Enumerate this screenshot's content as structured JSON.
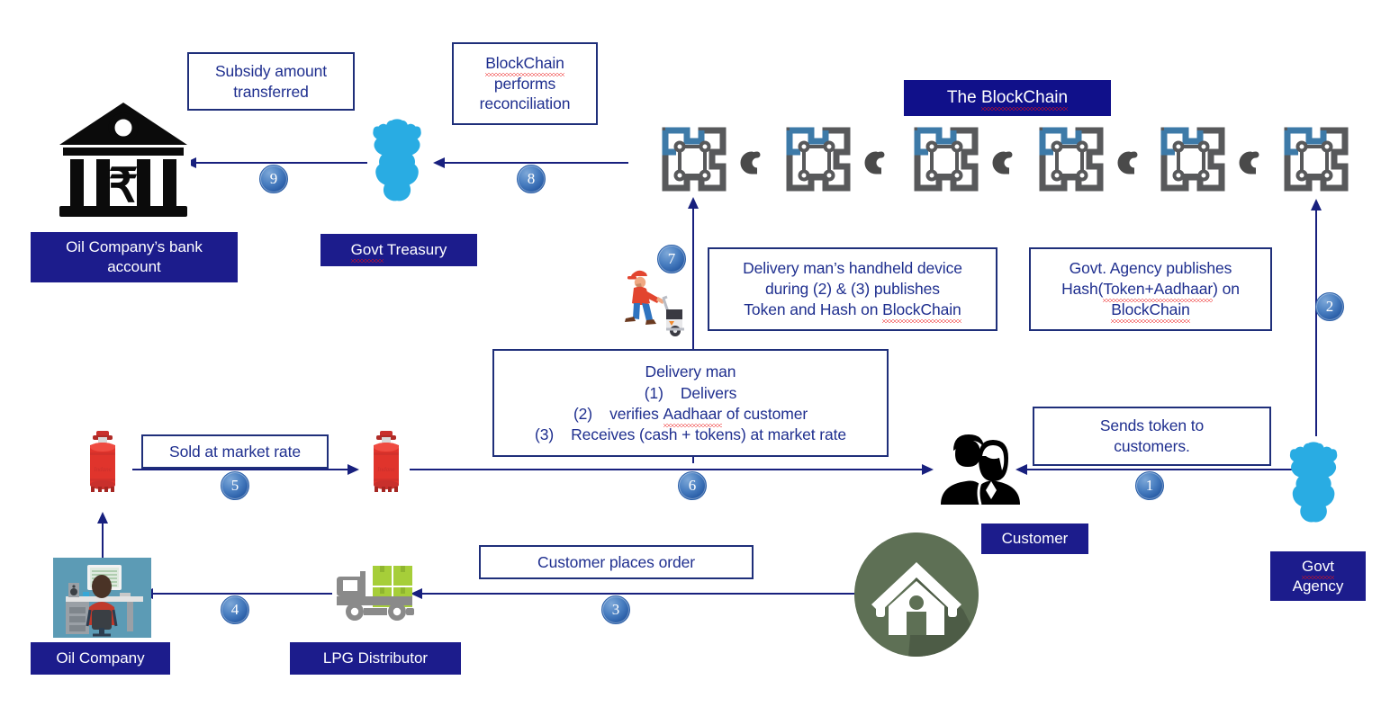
{
  "diagram": {
    "title": "LPG subsidy BlockChain flow diagram",
    "colors": {
      "navy_fill": "#1c1c8c",
      "navy_line": "#18207e",
      "text_blue": "#1f2f8f",
      "badge_blue": "#2b5fa8",
      "emblem_blue": "#29ace3",
      "cylinder_red": "#e0342c",
      "house_green": "#5e7055",
      "box_green": "#a6ce39",
      "truck_grey": "#8a8a8a",
      "block_grey": "#58595b",
      "block_accent": "#3d7aa8",
      "squiggle_red": "#ee1111"
    },
    "blockchain": {
      "title": "The BlockChain",
      "title_misspelled_word": "BlockChain",
      "block_count": 6,
      "link_count": 5,
      "block_icon_name": "blockchain-block-icon",
      "link_icon_name": "chain-link-icon"
    },
    "callouts": [
      {
        "id": "subsidy-amount-transferred",
        "lines": [
          "Subsidy amount",
          "transferred"
        ]
      },
      {
        "id": "blockchain-performs-reconciliation",
        "lines": [
          "BlockChain",
          "performs",
          "reconciliation"
        ],
        "squiggle_line_index": 0
      },
      {
        "id": "delivery-device-publishes",
        "lines": [
          "Delivery man’s handheld device",
          "during (2) & (3) publishes",
          "Token and Hash on BlockChain"
        ],
        "squiggle_line_index": 2,
        "squiggle_word": "BlockChain"
      },
      {
        "id": "govt-agency-publishes-hash",
        "lines": [
          "Govt. Agency publishes",
          "Hash(Token+Aadhaar) on",
          "BlockChain"
        ],
        "squiggle_words": [
          "Aadhaar",
          "BlockChain"
        ]
      },
      {
        "id": "delivery-man-steps",
        "lines": [
          "Delivery man",
          "(1)  Delivers",
          "(2)  verifies Aadhaar of customer",
          "(3)  Receives (cash + tokens) at market rate"
        ],
        "squiggle_word": "Aadhaar"
      },
      {
        "id": "sends-token-to-customers",
        "lines": [
          "Sends token to",
          "customers."
        ]
      },
      {
        "id": "sold-at-market-rate",
        "lines": [
          "Sold at market rate"
        ]
      },
      {
        "id": "customer-places-order",
        "lines": [
          "Customer places order"
        ]
      }
    ],
    "entity_labels": [
      {
        "id": "oil-company-bank-account",
        "lines": [
          "Oil Company’s bank",
          "account"
        ]
      },
      {
        "id": "govt-treasury",
        "lines": [
          "Govt Treasury"
        ],
        "squiggle_word": "Govt"
      },
      {
        "id": "customer",
        "lines": [
          "Customer"
        ]
      },
      {
        "id": "govt-agency",
        "lines": [
          "Govt",
          "Agency"
        ],
        "squiggle_word": "Govt"
      },
      {
        "id": "oil-company",
        "lines": [
          "Oil Company"
        ]
      },
      {
        "id": "lpg-distributor",
        "lines": [
          "LPG Distributor"
        ]
      }
    ],
    "step_badges": [
      {
        "number": "1",
        "meaning": "Govt Agency sends token to customers"
      },
      {
        "number": "2",
        "meaning": "Govt Agency publishes Hash(Token+Aadhaar) on BlockChain"
      },
      {
        "number": "3",
        "meaning": "Customer places order with LPG Distributor"
      },
      {
        "number": "4",
        "meaning": "LPG Distributor orders from Oil Company"
      },
      {
        "number": "5",
        "meaning": "Oil Company sells cylinder at market rate to Distributor"
      },
      {
        "number": "6",
        "meaning": "Delivery man delivers cylinder to Customer"
      },
      {
        "number": "7",
        "meaning": "Handheld device publishes Token and Hash on BlockChain"
      },
      {
        "number": "8",
        "meaning": "BlockChain performs reconciliation to Govt Treasury"
      },
      {
        "number": "9",
        "meaning": "Subsidy amount transferred to Oil Company’s bank account"
      }
    ],
    "text": {
      "subsidy_l1": "Subsidy amount",
      "subsidy_l2": "transferred",
      "recon_l1": "BlockChain",
      "recon_l2": "performs",
      "recon_l3": "reconciliation",
      "bank_label_l1": "Oil Company’s bank",
      "bank_label_l2": "account",
      "treasury_label_a": "Govt",
      "treasury_label_b": " Treasury",
      "bc_title_a": "The ",
      "bc_title_b": "BlockChain",
      "device_l1": "Delivery man’s handheld device",
      "device_l2": "during (2) & (3) publishes",
      "device_l3a": "Token and Hash on ",
      "device_l3b": "BlockChain",
      "agency_pub_l1": "Govt. Agency publishes",
      "agency_pub_l2a": "Hash(",
      "agency_pub_l2b": "Token+Aadhaar",
      "agency_pub_l2c": ") on",
      "agency_pub_l3": "BlockChain",
      "dm_l1": "Delivery man",
      "dm_l2n": "(1)",
      "dm_l2t": "Delivers",
      "dm_l3n": "(2)",
      "dm_l3t_a": "verifies ",
      "dm_l3t_b": "Aadhaar",
      "dm_l3t_c": " of customer",
      "dm_l4n": "(3)",
      "dm_l4t": "Receives (cash + tokens) at market rate",
      "sends_l1": "Sends token to",
      "sends_l2": "customers.",
      "sold_l1": "Sold at market rate",
      "order_l1": "Customer places order",
      "customer_label": "Customer",
      "agency_label_a": "Govt",
      "agency_label_b": "Agency",
      "oilco_label": "Oil Company",
      "lpg_label": "LPG Distributor",
      "n1": "1",
      "n2": "2",
      "n3": "3",
      "n4": "4",
      "n5": "5",
      "n6": "6",
      "n7": "7",
      "n8": "8",
      "n9": "9"
    }
  }
}
